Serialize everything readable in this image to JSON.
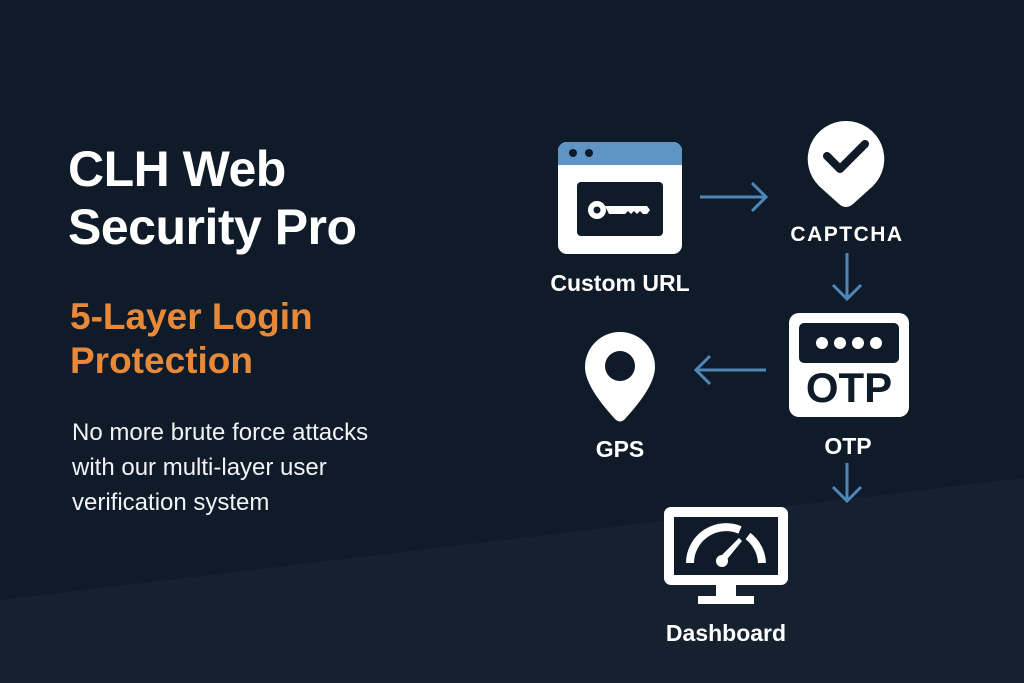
{
  "title_lines": [
    "CLH Web",
    "Security Pro"
  ],
  "subtitle_lines": [
    "5-Layer Login",
    "Protection"
  ],
  "description_lines": [
    "No more brute force attacks",
    "with our multi-layer user",
    "verification system"
  ],
  "flow": {
    "steps": [
      {
        "label": "Custom URL",
        "icon": "browser-key-icon"
      },
      {
        "label": "CAPTCHA",
        "icon": "check-pin-icon"
      },
      {
        "label": "OTP",
        "icon": "otp-icon",
        "icon_text": "OTP"
      },
      {
        "label": "GPS",
        "icon": "location-pin-icon"
      },
      {
        "label": "Dashboard",
        "icon": "monitor-gauge-icon"
      }
    ]
  },
  "colors": {
    "background": "#101b2a",
    "accent": "#e8893a",
    "arrow": "#4f86b8",
    "browser_header": "#5f95c4"
  }
}
